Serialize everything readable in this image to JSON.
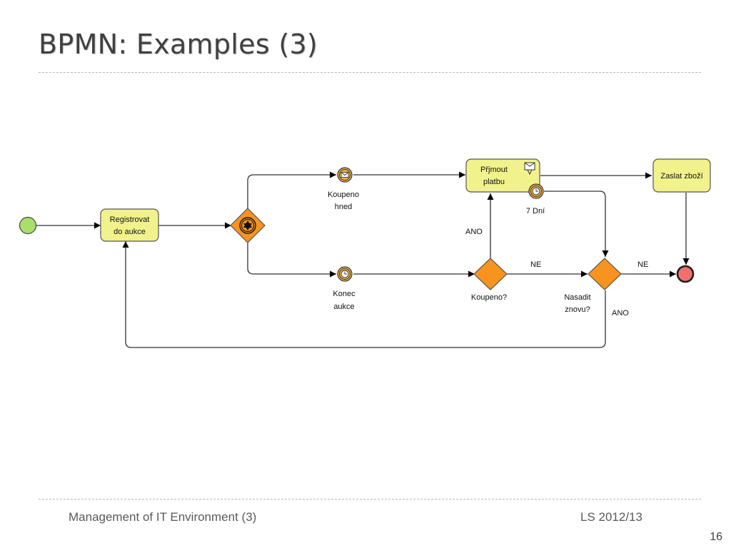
{
  "slide": {
    "title": "BPMN: Examples (3)",
    "footer_left": "Management of IT Environment (3)",
    "footer_right": "LS 2012/13",
    "page_number": "16"
  },
  "diagram": {
    "tasks": {
      "register": [
        "Registrovat",
        "do aukce"
      ],
      "accept_payment": [
        "Přjmout",
        "platbu"
      ],
      "send_goods": [
        "Zaslat zboží"
      ]
    },
    "events": {
      "bought_now": [
        "Koupeno",
        "hned"
      ],
      "auction_end": [
        "Konec",
        "aukce"
      ],
      "timeout": "7 Dní"
    },
    "gateways": {
      "bought": "Koupeno?",
      "relist": [
        "Nasadit",
        "znovu?"
      ]
    },
    "flow_labels": {
      "bought_yes": "ANO",
      "bought_no": "NE",
      "relist_no": "NE",
      "relist_yes": "ANO"
    },
    "colors": {
      "task_fill": "#f2f28c",
      "gateway_fill": "#f7931e",
      "start_fill": "#a8e06a",
      "end_fill": "#f07070"
    }
  }
}
